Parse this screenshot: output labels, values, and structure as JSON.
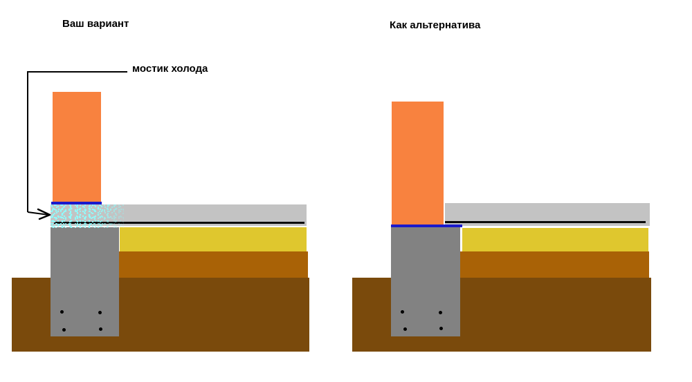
{
  "panels": {
    "left": {
      "title": "Ваш вариант",
      "annotation_label": "мостик холода"
    },
    "right": {
      "title": "Как альтернатива"
    }
  },
  "colors": {
    "wall_orange": "#F8823F",
    "membrane_blue": "#1A1ACC",
    "slab_gray": "#C3C3C3",
    "foundation_gray": "#828282",
    "insulation_yellow": "#DFC72E",
    "subbase_brown": "#A96206",
    "soil_brown": "#7A4A0C",
    "cold_speckle_cyan": "#8CFFFF",
    "rebar_black": "#0A0A0A",
    "line_black": "#000000"
  }
}
